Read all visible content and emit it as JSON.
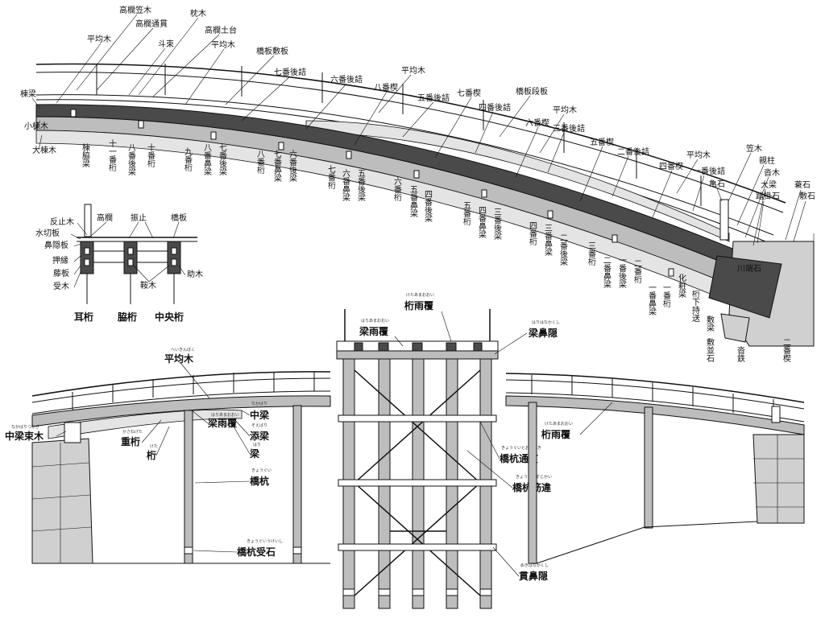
{
  "colors": {
    "ink": "#111111",
    "dark_member": "#4a4a4a",
    "grey_member": "#bdbdbd",
    "stone": "#d0d0d0",
    "background": "#ffffff"
  },
  "main_section": {
    "labels": [
      "高欄笠木",
      "高欄通貫",
      "枕木",
      "高欄土台",
      "平均木",
      "斗束",
      "平均木",
      "橋板敷板",
      "七番後詰",
      "六番後詰",
      "平均木",
      "八番楔",
      "五番後詰",
      "七番楔",
      "橋板段板",
      "四番後詰",
      "平均木",
      "六番楔",
      "三番後詰",
      "五番楔",
      "二番後詰",
      "平均木",
      "四番楔",
      "一番後詰",
      "笠木",
      "親柱",
      "沓木",
      "大梁",
      "蓑石",
      "敷石",
      "踏掛石",
      "亀石",
      "川端石"
    ],
    "left_labels": [
      "棟梁",
      "小棟木",
      "大棟木"
    ],
    "vertical_labels": [
      "棟脇梁",
      "十一番桁",
      "八番後梁",
      "十番桁",
      "九番桁",
      "八番鼻梁",
      "七番後梁",
      "八番桁",
      "七番鼻梁",
      "六番後梁",
      "七番桁",
      "六番鼻梁",
      "五番後梁",
      "六番桁",
      "五番鼻梁",
      "四番後梁",
      "五番桁",
      "四番鼻梁",
      "三番後梁",
      "四番桁",
      "三番鼻梁",
      "二番後梁",
      "三番桁",
      "二番鼻梁",
      "一番後梁",
      "二番桁",
      "一番鼻梁",
      "一番桁",
      "化粧梁",
      "桁下持送",
      "敷梁",
      "敷並石",
      "沓鉄",
      "二番楔"
    ]
  },
  "cross_section": {
    "labels": [
      "反止木",
      "高欄",
      "振止",
      "橋板",
      "水切板",
      "鼻隠板",
      "押縁",
      "藤板",
      "受木",
      "助木",
      "鞍木"
    ],
    "girder_labels": [
      "耳桁",
      "脇桁",
      "中央桁"
    ]
  },
  "pier_elevation": {
    "labels": [
      {
        "ruby": "けたあまおおい",
        "text": "桁雨覆"
      },
      {
        "ruby": "はりあまおおい",
        "text": "梁雨覆"
      },
      {
        "ruby": "はりはなかくし",
        "text": "梁鼻隠"
      },
      {
        "ruby": "きょうぐいとおしぬき",
        "text": "橋杭通貫"
      },
      {
        "ruby": "きょうぐいすじかい",
        "text": "橋杭筋違"
      },
      {
        "ruby": "ぬきはなかくし",
        "text": "貫鼻隠"
      }
    ]
  },
  "left_elevation": {
    "labels": [
      {
        "ruby": "へいきんぼく",
        "text": "平均木"
      },
      {
        "ruby": "はりあまおおい",
        "text": "梁雨覆"
      },
      {
        "ruby": "なかばり",
        "text": "中梁"
      },
      {
        "ruby": "そえばり",
        "text": "添梁"
      },
      {
        "ruby": "はり",
        "text": "梁"
      },
      {
        "ruby": "きょうぐい",
        "text": "橋杭"
      },
      {
        "ruby": "きょうぐいうけいし",
        "text": "橋杭受石"
      },
      {
        "ruby": "なかばりつかぎ",
        "text": "中梁束木"
      },
      {
        "ruby": "かさねげた",
        "text": "重桁"
      },
      {
        "ruby": "けた",
        "text": "桁"
      }
    ]
  },
  "right_elevation": {
    "labels": [
      {
        "ruby": "けたあまおおい",
        "text": "桁雨覆"
      }
    ]
  }
}
